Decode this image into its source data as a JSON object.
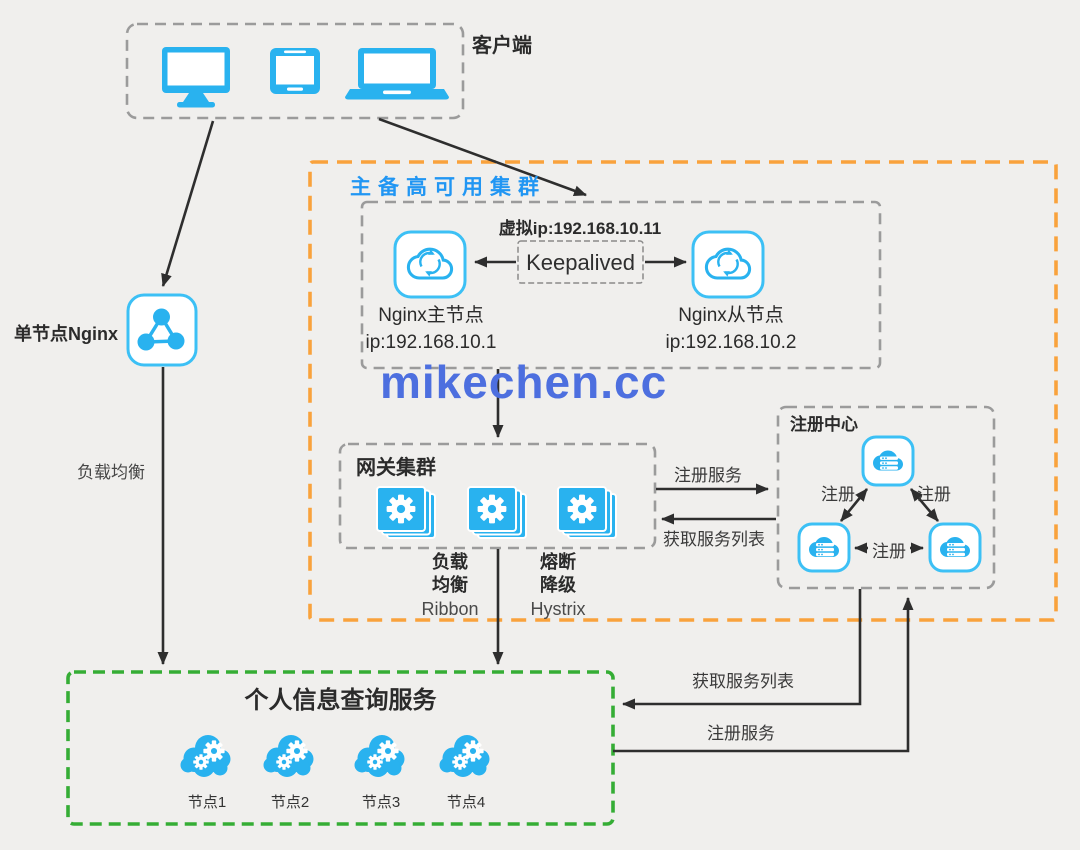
{
  "colors": {
    "cyan": "#29b2ef",
    "cyan_border": "#3cc0f5",
    "orange_dash": "#f9a23c",
    "green_dash": "#35ad35",
    "ha_title_blue": "#2196f3",
    "watermark_blue": "#4d6fdf",
    "arrow": "#2e2e2e",
    "gray_dash": "#9b9b9b"
  },
  "client": {
    "label": "客户端"
  },
  "single_nginx": {
    "label": "单节点Nginx",
    "flow_label": "负载均衡"
  },
  "ha": {
    "title": "主备高可用集群",
    "virtual_ip": "虚拟ip:192.168.10.11",
    "keepalived": "Keepalived",
    "master_name": "Nginx主节点",
    "master_ip": "ip:192.168.10.1",
    "backup_name": "Nginx从节点",
    "backup_ip": "ip:192.168.10.2"
  },
  "watermark": "mikechen.cc",
  "gateway": {
    "title": "网关集群",
    "feature1_zh": "负载\n均衡",
    "feature1_en": "Ribbon",
    "feature2_zh": "熔断\n降级",
    "feature2_en": "Hystrix"
  },
  "registry": {
    "title": "注册中心",
    "register": "注册"
  },
  "flows": {
    "register_service": "注册服务",
    "get_service_list": "获取服务列表"
  },
  "service": {
    "title": "个人信息查询服务",
    "nodes": [
      "节点1",
      "节点2",
      "节点3",
      "节点4"
    ]
  },
  "icons": {
    "client": [
      "desktop-icon",
      "tablet-icon",
      "laptop-icon"
    ],
    "single_nginx": "share-network-icon",
    "nginx_nodes": "cloud-sync-icon",
    "gateway": "gear-stack-icon",
    "registry": "cloud-server-icon",
    "service": "cloud-gears-icon"
  }
}
